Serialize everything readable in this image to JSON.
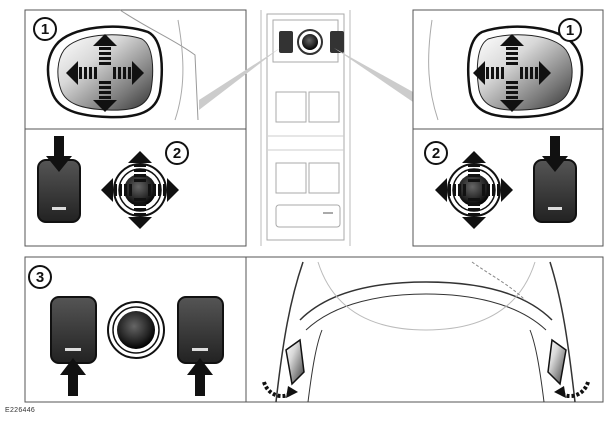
{
  "steps": {
    "step1_left": "1",
    "step1_right": "1",
    "step2_left": "2",
    "step2_right": "2",
    "step3": "3"
  },
  "reference_code": "E226446",
  "icons": {
    "mirror": "mirror-glass-icon",
    "arrow_cross": "four-way-arrow-icon",
    "switch": "mirror-select-switch-icon",
    "joystick": "mirror-joystick-icon",
    "fold": "mirror-fold-arrow-icon"
  }
}
